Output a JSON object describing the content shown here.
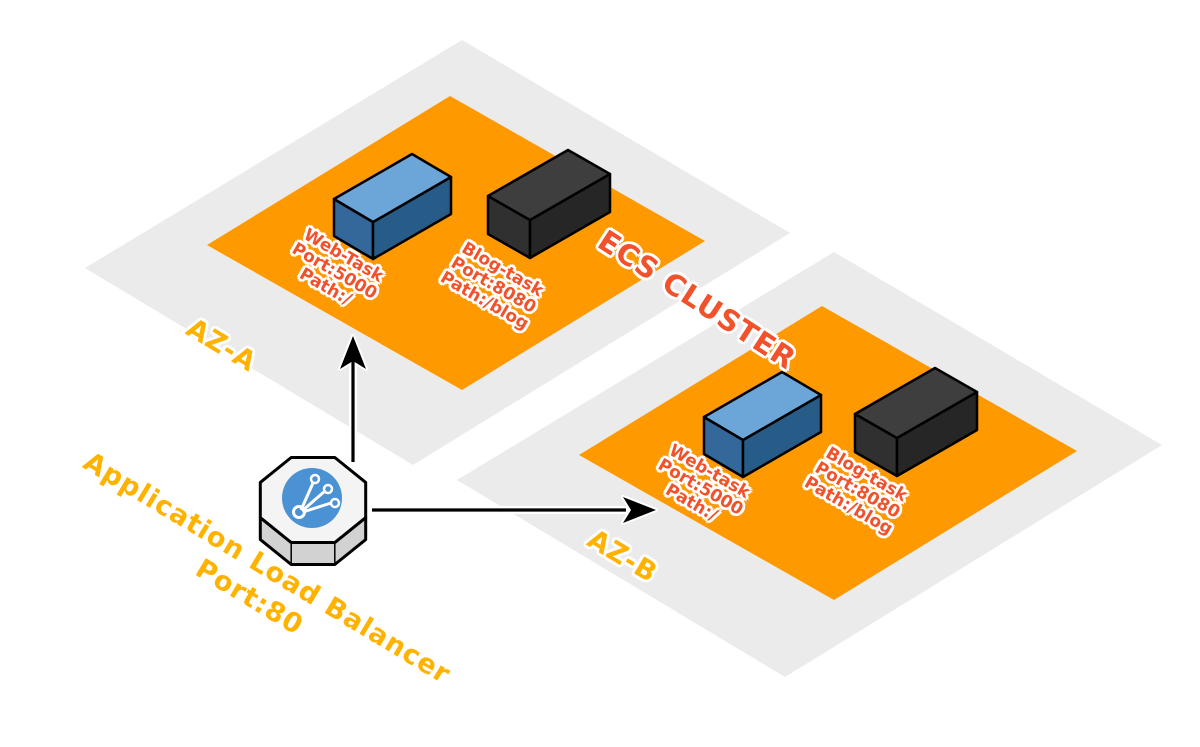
{
  "diagram_title": "ECS cluster isometric architecture diagram",
  "cluster": {
    "label": "ECS CLUSTER"
  },
  "load_balancer": {
    "name_line": "Application Load Balancer",
    "port_line": "Port:80",
    "icon": "network-branch-icon"
  },
  "zones": [
    {
      "label": "AZ-A",
      "tasks": [
        {
          "name": "Web-Task",
          "port": "Port:5000",
          "path": "Path:/"
        },
        {
          "name": "Blog-task",
          "port": "Port:8080",
          "path": "Path:/blog"
        }
      ]
    },
    {
      "label": "AZ-B",
      "tasks": [
        {
          "name": "Web-task",
          "port": "Port:5000",
          "path": "Path:/"
        },
        {
          "name": "Blog-task",
          "port": "Port:8080",
          "path": "Path:/blog"
        }
      ]
    }
  ],
  "colors": {
    "zone_platform": "#EBEBEB",
    "task_area": "#FF9900",
    "task_text": "#F1512B",
    "zone_text": "#FFB300",
    "web_task_box_top": "#6CA6D9",
    "web_task_box_left": "#34689B",
    "web_task_box_right": "#275C89",
    "blog_task_box_top": "#3E3E3E",
    "blog_task_box_left": "#303030",
    "blog_task_box_right": "#262626",
    "lb_circle": "#4B92D4",
    "lb_body_top": "#F4F4F4",
    "lb_body_side": "#D2D2D2",
    "arrow": "#000000"
  }
}
